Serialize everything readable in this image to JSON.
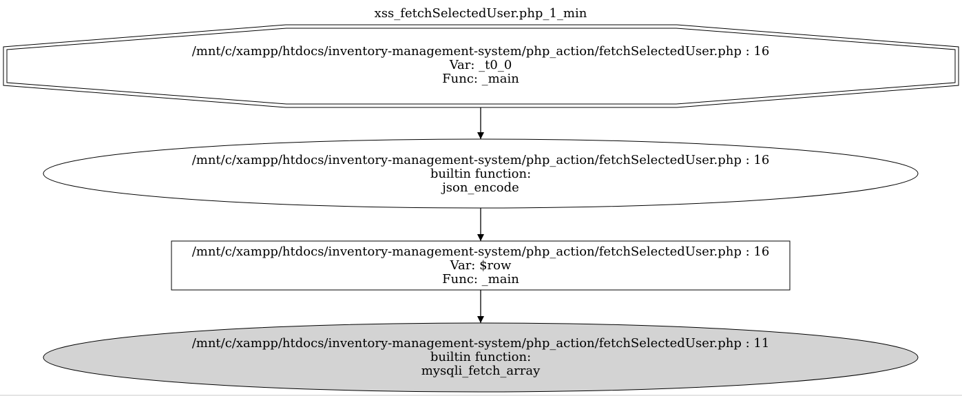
{
  "graph": {
    "title": "xss_fetchSelectedUser.php_1_min",
    "nodes": [
      {
        "id": "n1",
        "shape": "doubleoctagon",
        "fill": "#ffffff",
        "lines": [
          "/mnt/c/xampp/htdocs/inventory-management-system/php_action/fetchSelectedUser.php : 16",
          "Var: _t0_0",
          "Func: _main"
        ]
      },
      {
        "id": "n2",
        "shape": "ellipse",
        "fill": "#ffffff",
        "lines": [
          "/mnt/c/xampp/htdocs/inventory-management-system/php_action/fetchSelectedUser.php : 16",
          "builtin function:",
          "json_encode"
        ]
      },
      {
        "id": "n3",
        "shape": "box",
        "fill": "#ffffff",
        "lines": [
          "/mnt/c/xampp/htdocs/inventory-management-system/php_action/fetchSelectedUser.php : 16",
          "Var: $row",
          "Func: _main"
        ]
      },
      {
        "id": "n4",
        "shape": "ellipse",
        "fill": "#d3d3d3",
        "lines": [
          "/mnt/c/xampp/htdocs/inventory-management-system/php_action/fetchSelectedUser.php : 11",
          "builtin function:",
          "mysqli_fetch_array"
        ]
      }
    ],
    "edges": [
      {
        "from": "n1",
        "to": "n2"
      },
      {
        "from": "n2",
        "to": "n3"
      },
      {
        "from": "n3",
        "to": "n4"
      }
    ]
  }
}
